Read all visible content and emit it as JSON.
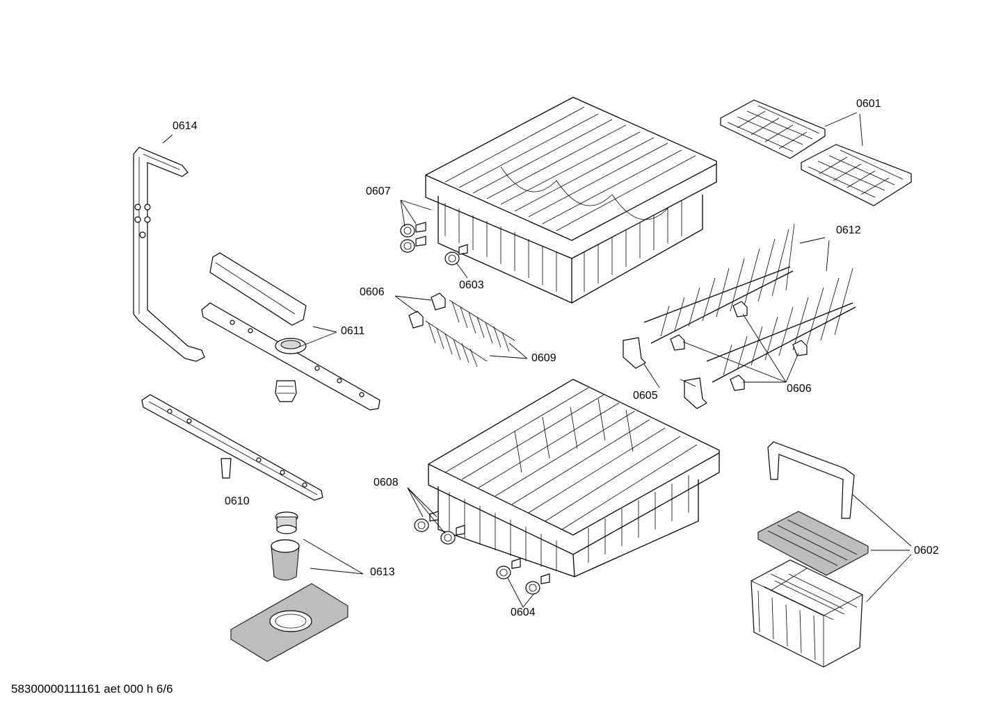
{
  "footer": {
    "text": "58300000111161 aet 000 h 6/6"
  },
  "callouts": {
    "c0601": "0601",
    "c0602": "0602",
    "c0603": "0603",
    "c0604": "0604",
    "c0605": "0605",
    "c0606a": "0606",
    "c0606b": "0606",
    "c0607": "0607",
    "c0608": "0608",
    "c0609": "0609",
    "c0610": "0610",
    "c0611": "0611",
    "c0612": "0612",
    "c0613": "0613",
    "c0614": "0614"
  }
}
